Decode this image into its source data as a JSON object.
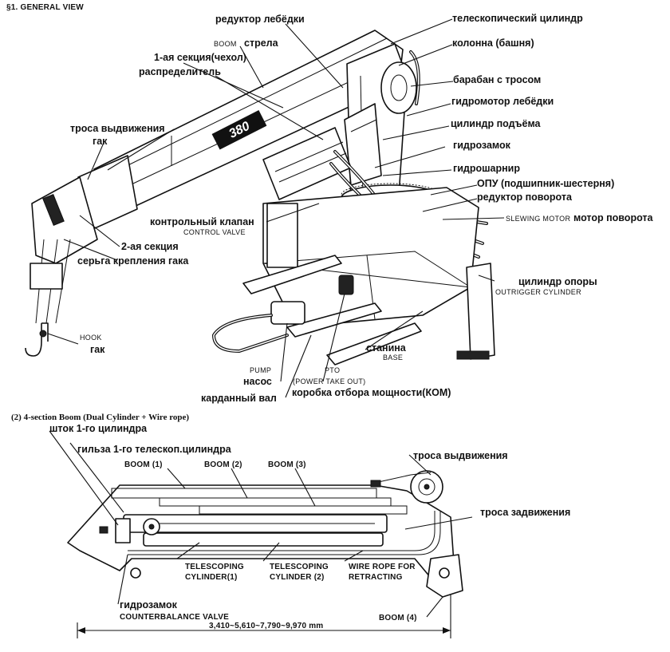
{
  "general_view": {
    "heading": "§1. GENERAL VIEW",
    "labels": {
      "winch_reducer": "редуктор лебёдки",
      "telescopic_cylinder": "телескопический цилиндр",
      "boom_en": "BOOM",
      "boom_ru": "стрела",
      "column": "колонна (башня)",
      "first_section": "1-ая секция(чехол)",
      "distributor": "распределитель",
      "drum_with_rope": "барабан с тросом",
      "winch_motor": "гидромотор  лебёдки",
      "extension_ropes": "троса  выдвижения",
      "lift_cylinder": "цилиндр подъёма",
      "hydrolock": "гидрозамок",
      "swivel": "гидрошарнир",
      "slewing_bearing": "ОПУ (подшипник-шестерня)",
      "slewing_reducer": "редуктор поворота",
      "slewing_motor_en": "SLEWING MOTOR",
      "slewing_motor_ru": "мотор поворота",
      "control_valve_ru": "контрольный клапан",
      "control_valve_en": "CONTROL VALVE",
      "second_section": "2-ая секция",
      "hook_shackle": "серьга крепления гака",
      "outrigger_ru": "цилиндр опоры",
      "outrigger_en": "OUTRIGGER CYLINDER",
      "hook_en": "HOOK",
      "hook_ru": "гак",
      "base_ru": "станина",
      "base_en": "BASE",
      "pump_en": "PUMP",
      "pump_ru": "насос",
      "pto_en": "PTO",
      "pto_full_en": "(POWER TAKE OUT)",
      "pto_ru": "коробка отбора мощности(КОМ)",
      "cardan_shaft": "карданный вал",
      "boom_marking": "380"
    }
  },
  "section_view": {
    "heading": "(2) 4-section Boom (Dual Cylinder + Wire rope)",
    "labels": {
      "rod_first_cylinder": "шток 1-го цилиндра",
      "sleeve_first_cylinder": "гильза 1-го телескоп.цилиндра",
      "boom1": "BOOM (1)",
      "boom2": "BOOM (2)",
      "boom3": "BOOM (3)",
      "boom4": "BOOM (4)",
      "extension_ropes": "троса  выдвижения",
      "retraction_ropes": "троса  задвижения",
      "telescoping_cyl1_a": "TELESCOPING",
      "telescoping_cyl1_b": "CYLINDER(1)",
      "telescoping_cyl2_a": "TELESCOPING",
      "telescoping_cyl2_b": "CYLINDER (2)",
      "wire_rope_a": "WIRE ROPE FOR",
      "wire_rope_b": "RETRACTING",
      "hydrolock_ru": "гидрозамок",
      "counterbalance_en": "COUNTERBALANCE VALVE",
      "dimension": "3,410~5,610~7,790~9,970 mm"
    }
  }
}
